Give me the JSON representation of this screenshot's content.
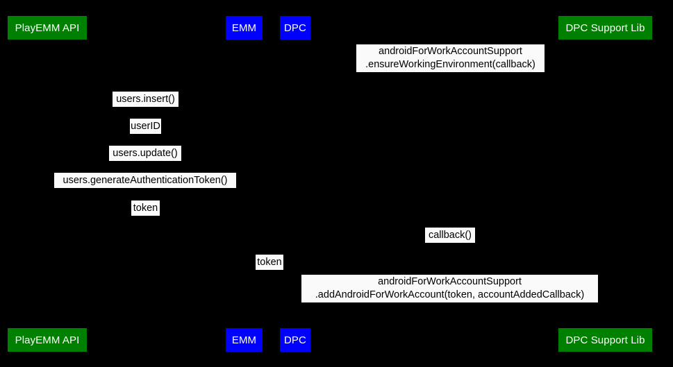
{
  "diagram": {
    "type": "sequence-diagram",
    "title": "androidForWorkAccountSupport account provisioning sequence",
    "background_color": "#000000",
    "label_background_color": "#fafafa",
    "label_text_color": "#000000",
    "actor_text_color": "#ffffff",
    "colors": {
      "green": "#008000",
      "blue": "#0000ff"
    }
  },
  "actors_top": [
    {
      "name": "playemm-api",
      "label": "PlayEMM API",
      "color": "#008000"
    },
    {
      "name": "emm",
      "label": "EMM",
      "color": "#0000ff"
    },
    {
      "name": "dpc",
      "label": "DPC",
      "color": "#0000ff"
    },
    {
      "name": "dpc-support-lib",
      "label": "DPC Support Lib",
      "color": "#008000"
    }
  ],
  "actors_bottom": [
    {
      "name": "playemm-api",
      "label": "PlayEMM API",
      "color": "#008000"
    },
    {
      "name": "emm",
      "label": "EMM",
      "color": "#0000ff"
    },
    {
      "name": "dpc",
      "label": "DPC",
      "color": "#0000ff"
    },
    {
      "name": "dpc-support-lib",
      "label": "DPC Support Lib",
      "color": "#008000"
    }
  ],
  "messages": [
    {
      "name": "ensure-working-environment",
      "line1": "androidForWorkAccountSupport",
      "line2": ".ensureWorkingEnvironment(callback)",
      "text": "androidForWorkAccountSupport\n.ensureWorkingEnvironment(callback)"
    },
    {
      "name": "users-insert",
      "text": "users.insert()"
    },
    {
      "name": "user-id",
      "text": "userID"
    },
    {
      "name": "users-update",
      "text": "users.update()"
    },
    {
      "name": "users-generate-authentication-token",
      "text": "users.generateAuthenticationToken()"
    },
    {
      "name": "token-return",
      "text": "token"
    },
    {
      "name": "callback",
      "text": "callback()"
    },
    {
      "name": "token-forward",
      "text": "token"
    },
    {
      "name": "add-android-for-work-account",
      "line1": "androidForWorkAccountSupport",
      "line2": ".addAndroidForWorkAccount(token, accountAddedCallback)",
      "text": "androidForWorkAccountSupport\n.addAndroidForWorkAccount(token, accountAddedCallback)"
    }
  ]
}
